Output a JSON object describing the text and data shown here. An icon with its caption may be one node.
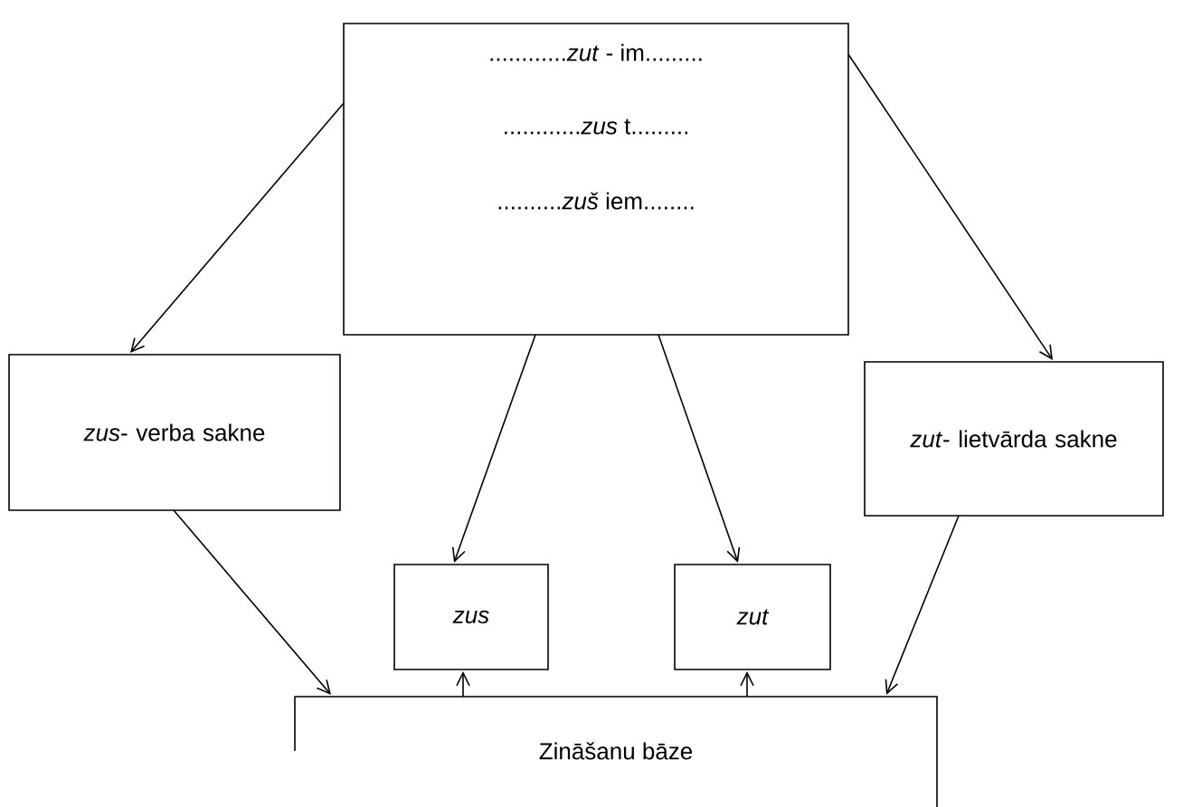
{
  "diagram": {
    "nodes": [
      {
        "text": [
          "............*zut* - im.........",
          "............*zus*   t.........",
          "..........*zuš*   iem........"
        ]
      },
      {
        "text": [
          "*zus*- verba sakne"
        ]
      },
      {
        "text": [
          "*zut*- lietvārda sakne"
        ]
      },
      {
        "text": [
          "zus"
        ]
      },
      {
        "text": [
          "zut"
        ]
      },
      {
        "text": [
          "Zināšanu bāze"
        ]
      }
    ],
    "edges": [
      {
        "from": 0,
        "to": 1,
        "arrow": "to"
      },
      {
        "from": 0,
        "to": 2,
        "arrow": "to"
      },
      {
        "from": 0,
        "to": 3,
        "arrow": "to"
      },
      {
        "from": 0,
        "to": 4,
        "arrow": "to"
      },
      {
        "from": 1,
        "to": 5,
        "arrow": "to"
      },
      {
        "from": 2,
        "to": 5,
        "arrow": "to"
      },
      {
        "from": 5,
        "to": 3,
        "arrow": "to"
      },
      {
        "from": 5,
        "to": 4,
        "arrow": "to"
      }
    ]
  }
}
